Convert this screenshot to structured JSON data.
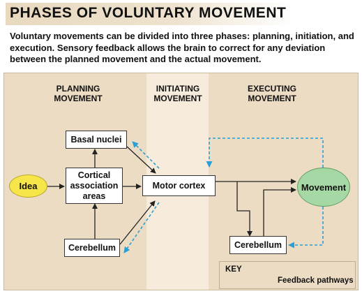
{
  "title": "PHASES OF VOLUNTARY MOVEMENT",
  "intro": "Voluntary movements can be divided into three phases: planning, initiation, and execution. Sensory feedback allows the brain to correct for any deviation between the planned movement and the actual movement.",
  "phases": {
    "planning": "PLANNING\nMOVEMENT",
    "initiating": "INITIATING\nMOVEMENT",
    "executing": "EXECUTING\nMOVEMENT"
  },
  "nodes": {
    "idea": "Idea",
    "basal_nuclei": "Basal nuclei",
    "cortical_association": "Cortical\nassociation\nareas",
    "cerebellum_left": "Cerebellum",
    "motor_cortex": "Motor cortex",
    "cerebellum_right": "Cerebellum",
    "movement": "Movement"
  },
  "key": {
    "title": "KEY",
    "feedback_label": "Feedback pathways"
  },
  "colors": {
    "idea_fill": "#f7e64a",
    "movement_fill": "#a6d8a6",
    "feedback_arrow": "#2a9fd6",
    "panel_bg": "#ecdcc4",
    "initiating_bg": "#f7ecdc",
    "title_band": "#e8d9bf"
  }
}
